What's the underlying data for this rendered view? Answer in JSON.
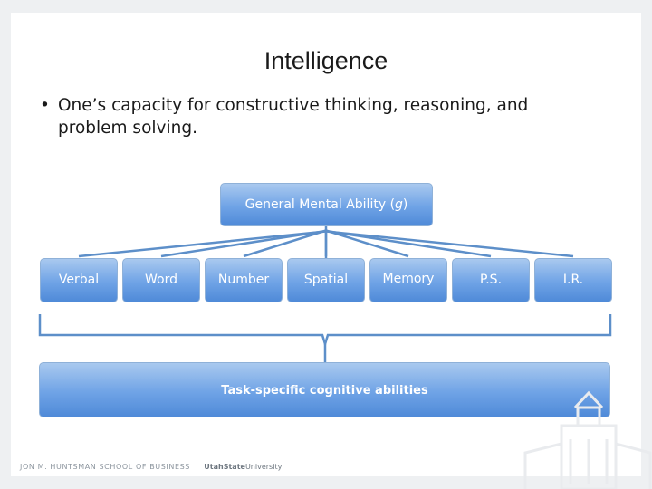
{
  "slide": {
    "title": "Intelligence",
    "bullet": "One’s capacity for constructive thinking, reasoning, and problem solving."
  },
  "diagram": {
    "top_node": {
      "label": "General Mental Ability (",
      "italic": "g",
      "suffix": ")"
    },
    "abilities": [
      {
        "label": "Verbal"
      },
      {
        "label": "Word"
      },
      {
        "label": "Number"
      },
      {
        "label": "Spatial"
      },
      {
        "label": "Memory"
      },
      {
        "label": "P.S."
      },
      {
        "label": "I.R."
      }
    ],
    "bottom_node": {
      "label": "Task-specific cognitive abilities"
    }
  },
  "footer": {
    "school": "JON M. HUNTSMAN SCHOOL OF BUSINESS",
    "separator": "|",
    "university_bold": "UtahState",
    "university_rest": "University"
  },
  "colors": {
    "box_top": "#a9c9ef",
    "box_bottom": "#4f8ad8",
    "connector": "#5d8fc9"
  }
}
